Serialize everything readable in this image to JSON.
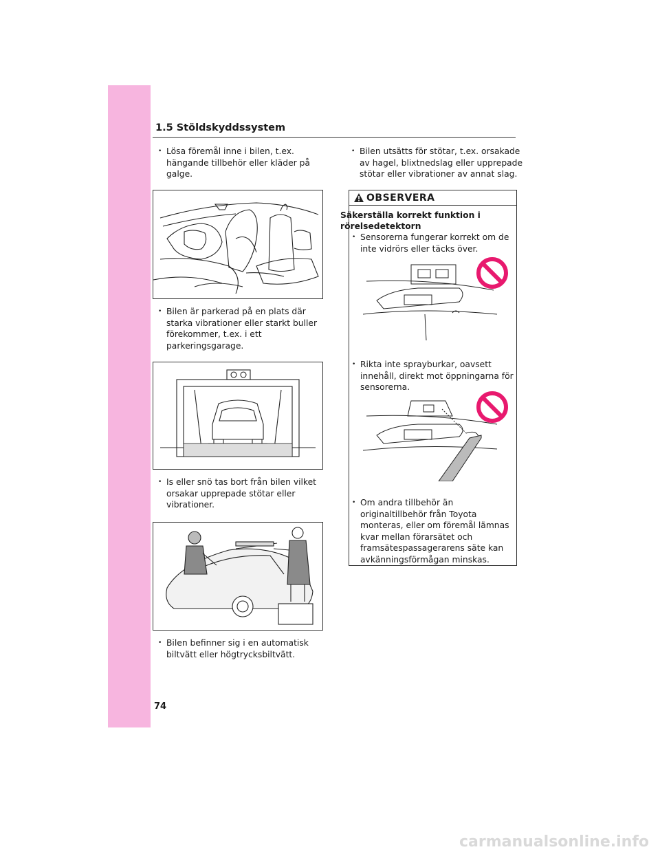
{
  "header": {
    "title": "1.5 Stöldskyddssystem"
  },
  "left_column": {
    "bullets": [
      "Lösa föremål inne i bilen, t.ex. hängande tillbehör eller kläder på galge.",
      "Bilen är parkerad på en plats där starka vibrationer eller starkt buller förekommer, t.ex. i ett parkeringsgarage.",
      "Is eller snö tas bort från bilen vilket orsakar upprepade stötar eller vibrationer.",
      "Bilen befinner sig i en automatisk biltvätt eller högtrycksbiltvätt."
    ]
  },
  "right_column": {
    "bullet_top": "Bilen utsätts för stötar, t.ex. orsakade av hagel, blixtnedslag eller upprepade stötar eller vibrationer av annat slag.",
    "notice": {
      "heading": "OBSERVERA",
      "subtitle": "Säkerställa korrekt funktion i rörelsedetektorn",
      "bullets": [
        "Sensorerna fungerar korrekt om de inte vidrörs eller täcks över.",
        "Rikta inte sprayburkar, oavsett innehåll, direkt mot öppningarna för sensorerna.",
        "Om andra tillbehör än originaltillbehör från Toyota monteras, eller om föremål lämnas kvar mellan förarsätet och framsätespassagerarens säte kan avkänningsförmågan minskas."
      ]
    }
  },
  "footer": {
    "page_number": "74",
    "watermark": "carmanualsonline.info"
  },
  "icons": {
    "warning": "warning-triangle-icon",
    "prohibited": "prohibited-icon"
  },
  "colors": {
    "side_tab": "#f7b5df",
    "prohibited": "#e8196e"
  }
}
